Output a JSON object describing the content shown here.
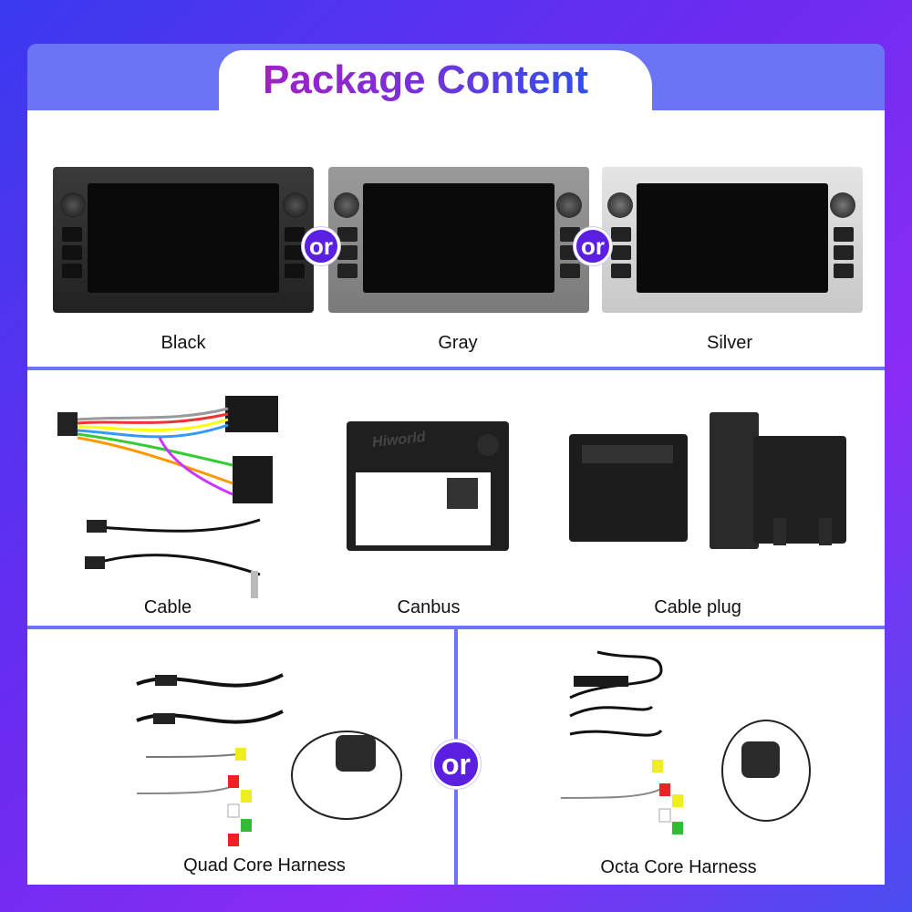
{
  "header": {
    "title": "Package Content"
  },
  "colors": {
    "accent_purple": "#5a1fe0",
    "frame_blue": "#6b74f4",
    "title_gradient_start": "#a020c8",
    "title_gradient_end": "#3050e8"
  },
  "connector_text": "or",
  "row1": {
    "items": [
      {
        "label": "Black"
      },
      {
        "label": "Gray"
      },
      {
        "label": "Silver"
      }
    ]
  },
  "row2": {
    "items": [
      {
        "label": "Cable"
      },
      {
        "label": "Canbus"
      },
      {
        "label": "Cable plug"
      }
    ],
    "canbus_brand": "Hiworld"
  },
  "row3": {
    "items": [
      {
        "label": "Quad Core Harness"
      },
      {
        "label": "Octa Core Harness"
      }
    ]
  }
}
